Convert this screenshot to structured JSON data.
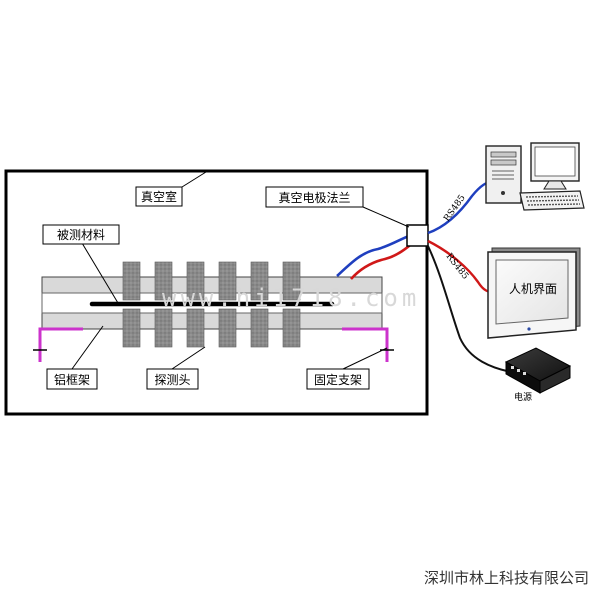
{
  "labels": {
    "vacuum_chamber": "真空室",
    "electrode_flange": "真空电极法兰",
    "tested_material": "被测材料",
    "aluminum_frame": "铝框架",
    "probe_head": "探测头",
    "fixed_bracket": "固定支架",
    "hmi": "人机界面",
    "power_supply": "电源",
    "rs485_top": "RS485",
    "rs485_bottom": "RS485"
  },
  "watermark": "www.hi1718.com",
  "footer": "深圳市林上科技有限公司",
  "colors": {
    "blue_cable": "#1f3fbf",
    "red_cable": "#d01818",
    "magenta_bracket": "#cc33cc",
    "probe_gray": "#8c8c8c",
    "frame_gray": "#d9d9d9"
  }
}
